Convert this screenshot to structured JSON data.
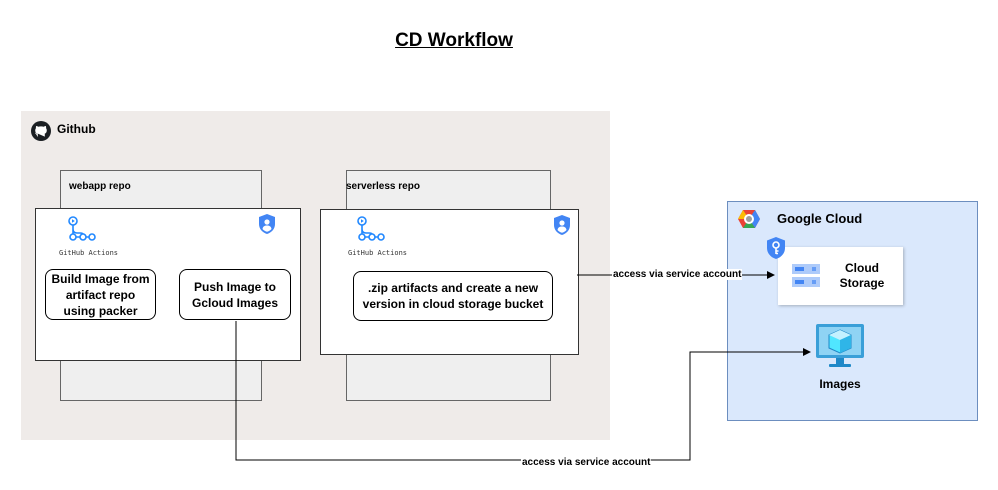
{
  "title": "CD Workflow",
  "github": {
    "label": "Github",
    "webapp_repo": {
      "label": "webapp repo",
      "actions_label": "GitHub Actions",
      "build_node": "Build Image from artifact repo using packer",
      "push_node": "Push Image to Gcloud Images"
    },
    "serverless_repo": {
      "label": "serverless repo",
      "actions_label": "GitHub Actions",
      "zip_node": ".zip artifacts and create a new version in cloud storage bucket"
    }
  },
  "google_cloud": {
    "label": "Google Cloud",
    "storage_label": "Cloud Storage",
    "images_label": "Images"
  },
  "edges": {
    "storage_access": "access via service account",
    "images_access": "access via service account"
  },
  "icons": {
    "github": "github-icon",
    "actions": "github-actions-icon",
    "shield": "user-shield-icon",
    "gcp": "google-cloud-icon",
    "key": "key-shield-icon",
    "storage": "cloud-storage-icon",
    "images": "compute-images-icon"
  },
  "colors": {
    "github_zone": "#efebe9",
    "gcloud_zone": "#dae8fc",
    "shield_blue": "#4285f4",
    "actions_blue": "#2188ff",
    "images_blue": "#3a9fd8"
  }
}
